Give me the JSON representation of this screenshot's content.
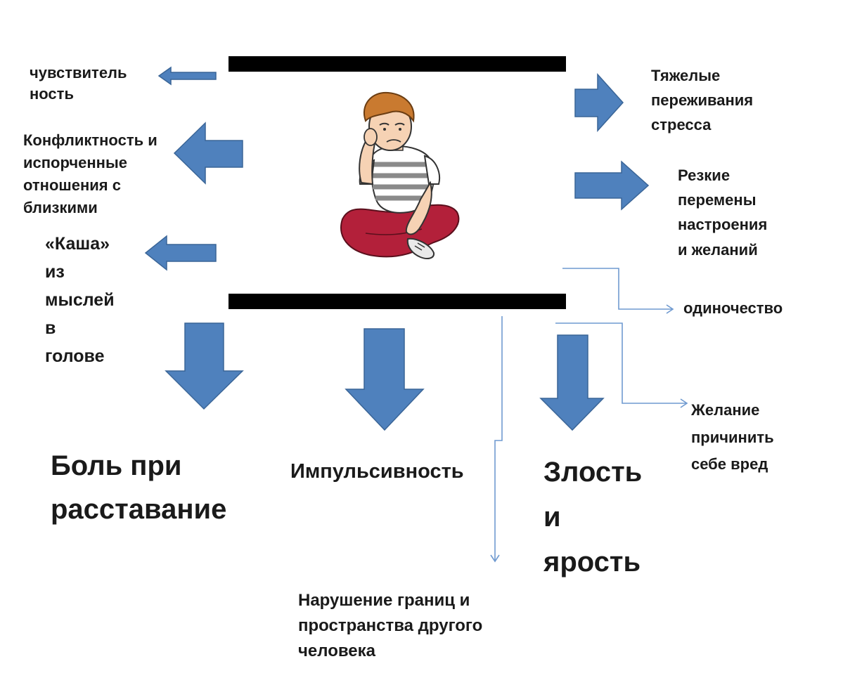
{
  "left_labels": {
    "sensitivity": [
      "чувствитель",
      "ность"
    ],
    "conflict": [
      "Конфликтность и",
      "испорченные",
      "отношения с",
      "близкими"
    ],
    "porridge": [
      "«Каша»",
      "из",
      "мыслей",
      "в",
      "голове"
    ]
  },
  "right_labels": {
    "stress": [
      "Тяжелые",
      "переживания",
      "стресса"
    ],
    "mood": [
      "Резкие",
      "перемены",
      "настроения",
      "и желаний"
    ],
    "loneliness": "одиночество",
    "self_harm": [
      "Желание",
      "причинить",
      "себе вред"
    ]
  },
  "bottom_labels": {
    "pain": [
      "Боль при",
      "расставание"
    ],
    "impulsivity": "Импульсивность",
    "anger": [
      "Злость",
      "и",
      "ярость"
    ],
    "boundaries": [
      "Нарушение границ и",
      "пространства другого",
      "человека"
    ]
  },
  "colors": {
    "arrow_fill": "#4f81bd",
    "arrow_stroke": "#3a6597",
    "bar": "#000000",
    "thin_line": "#6f9ad0",
    "shirt_stripe": "#8a8a8a",
    "pants": "#b3203a",
    "hair": "#c97a30",
    "skin": "#f6d2b4"
  },
  "icons": [
    "left-arrow-icon",
    "right-arrow-icon",
    "down-arrow-icon",
    "thin-connector-arrow-icon",
    "sad-boy-illustration"
  ]
}
